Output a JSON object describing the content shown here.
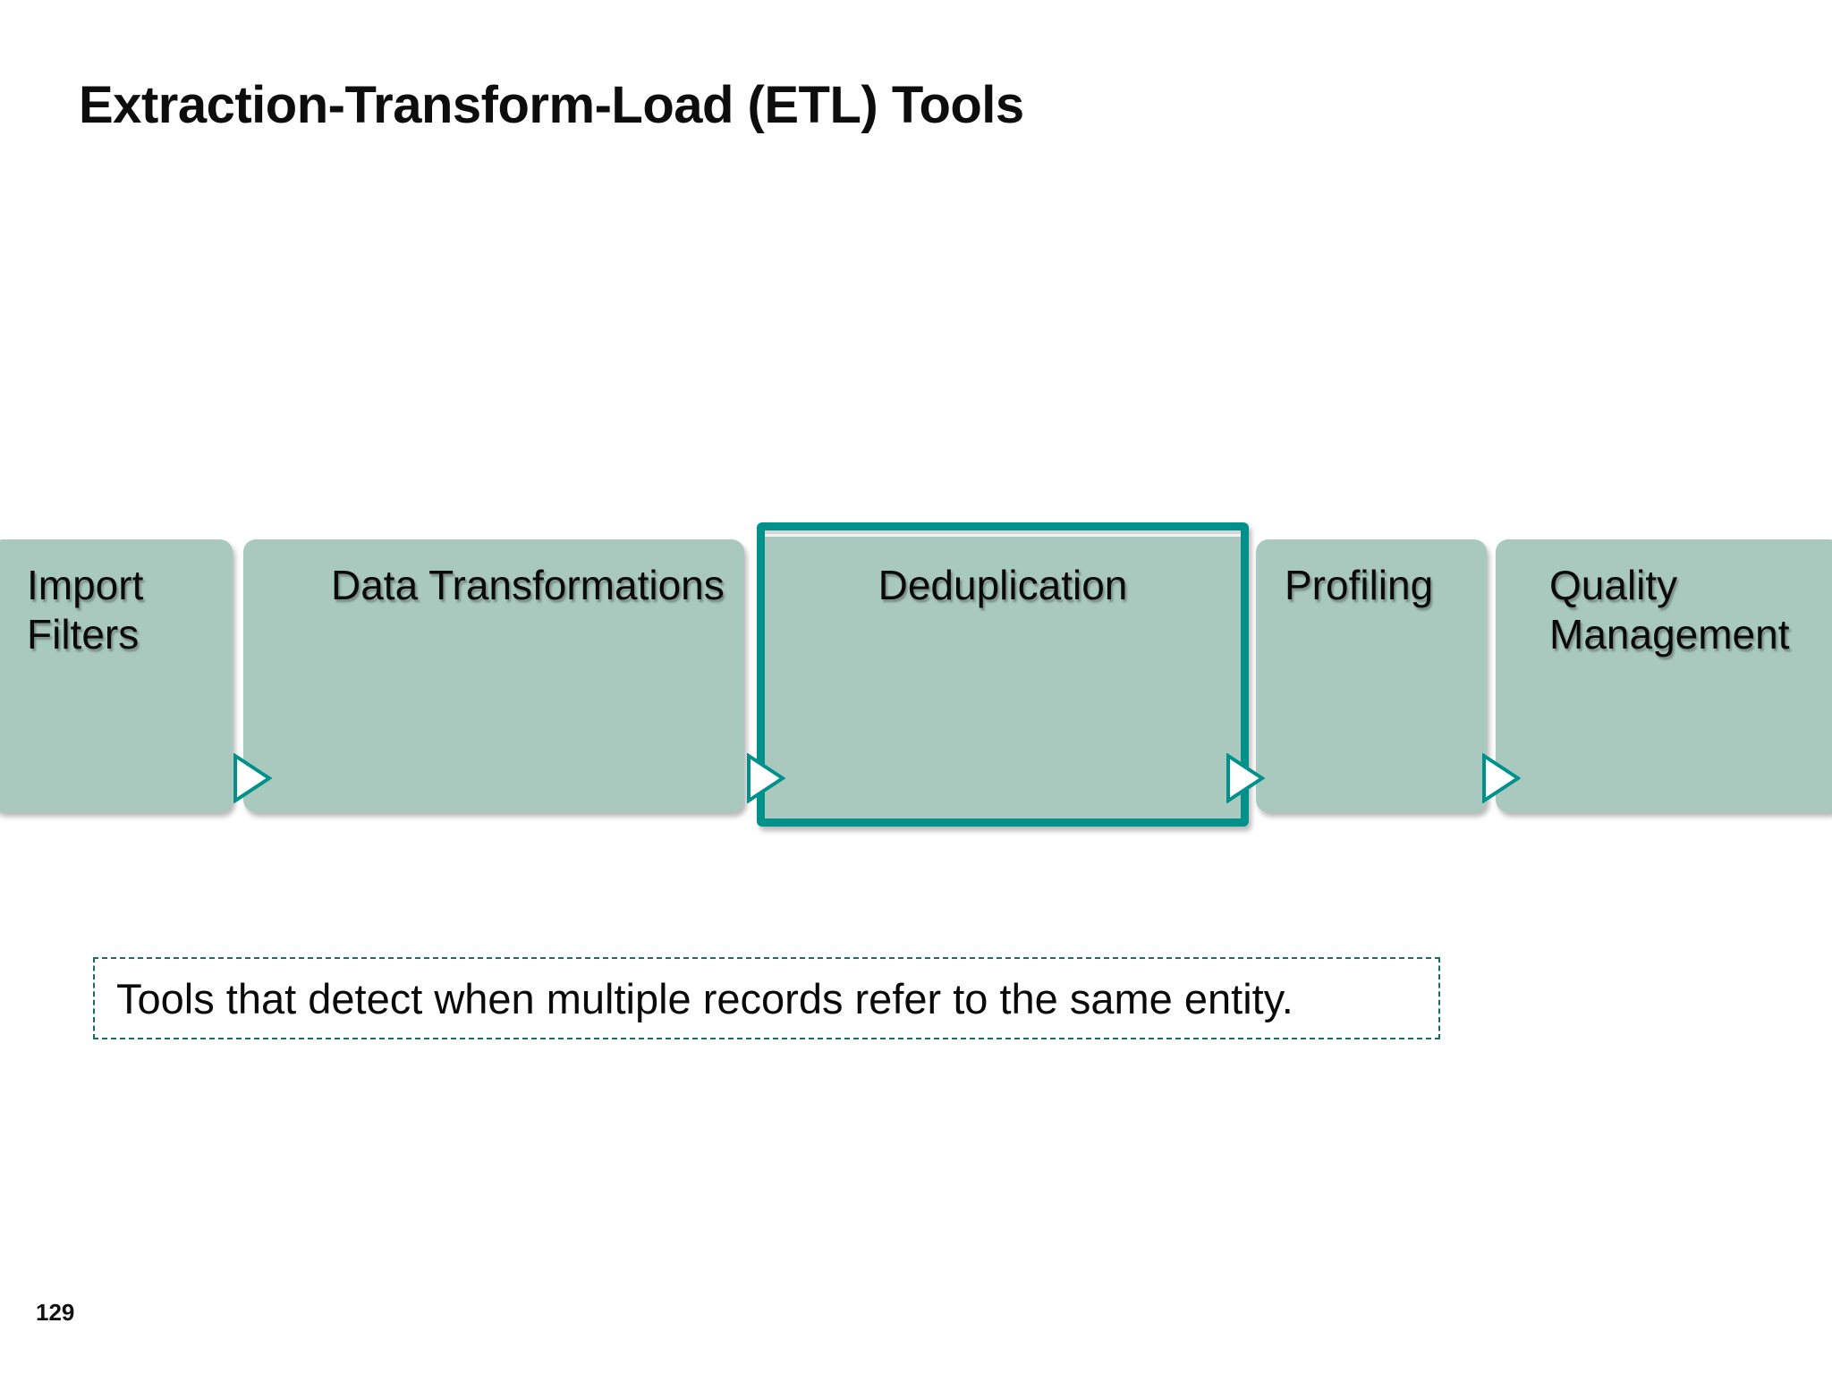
{
  "slide": {
    "title": "Extraction-Transform-Load (ETL) Tools",
    "page_number": "129",
    "background_color": "#ffffff"
  },
  "colors": {
    "box_fill": "#a9c8be",
    "highlight_border": "#00918a",
    "caption_border": "#1f6b5c",
    "text": "#0a0a0a",
    "arrow_outline": "#00918a",
    "arrow_fill": "#ffffff"
  },
  "process_flow": {
    "name": "etl-tools-stage-flow",
    "stages": [
      {
        "id": "import-filters",
        "label": "Import Filters",
        "highlighted": false
      },
      {
        "id": "data-transformations",
        "label": "Data Transformations",
        "highlighted": false
      },
      {
        "id": "deduplication",
        "label": "Deduplication",
        "highlighted": true
      },
      {
        "id": "profiling",
        "label": "Profiling",
        "highlighted": false
      },
      {
        "id": "quality-management",
        "label": "Quality Management",
        "highlighted": false
      }
    ],
    "connectors": [
      {
        "id": "connector-1",
        "icon": "triangle-right-icon"
      },
      {
        "id": "connector-2",
        "icon": "triangle-right-icon"
      },
      {
        "id": "connector-3",
        "icon": "triangle-right-icon"
      },
      {
        "id": "connector-4",
        "icon": "triangle-right-icon"
      }
    ]
  },
  "caption": {
    "text": "Tools that detect when multiple records refer to the same entity."
  }
}
